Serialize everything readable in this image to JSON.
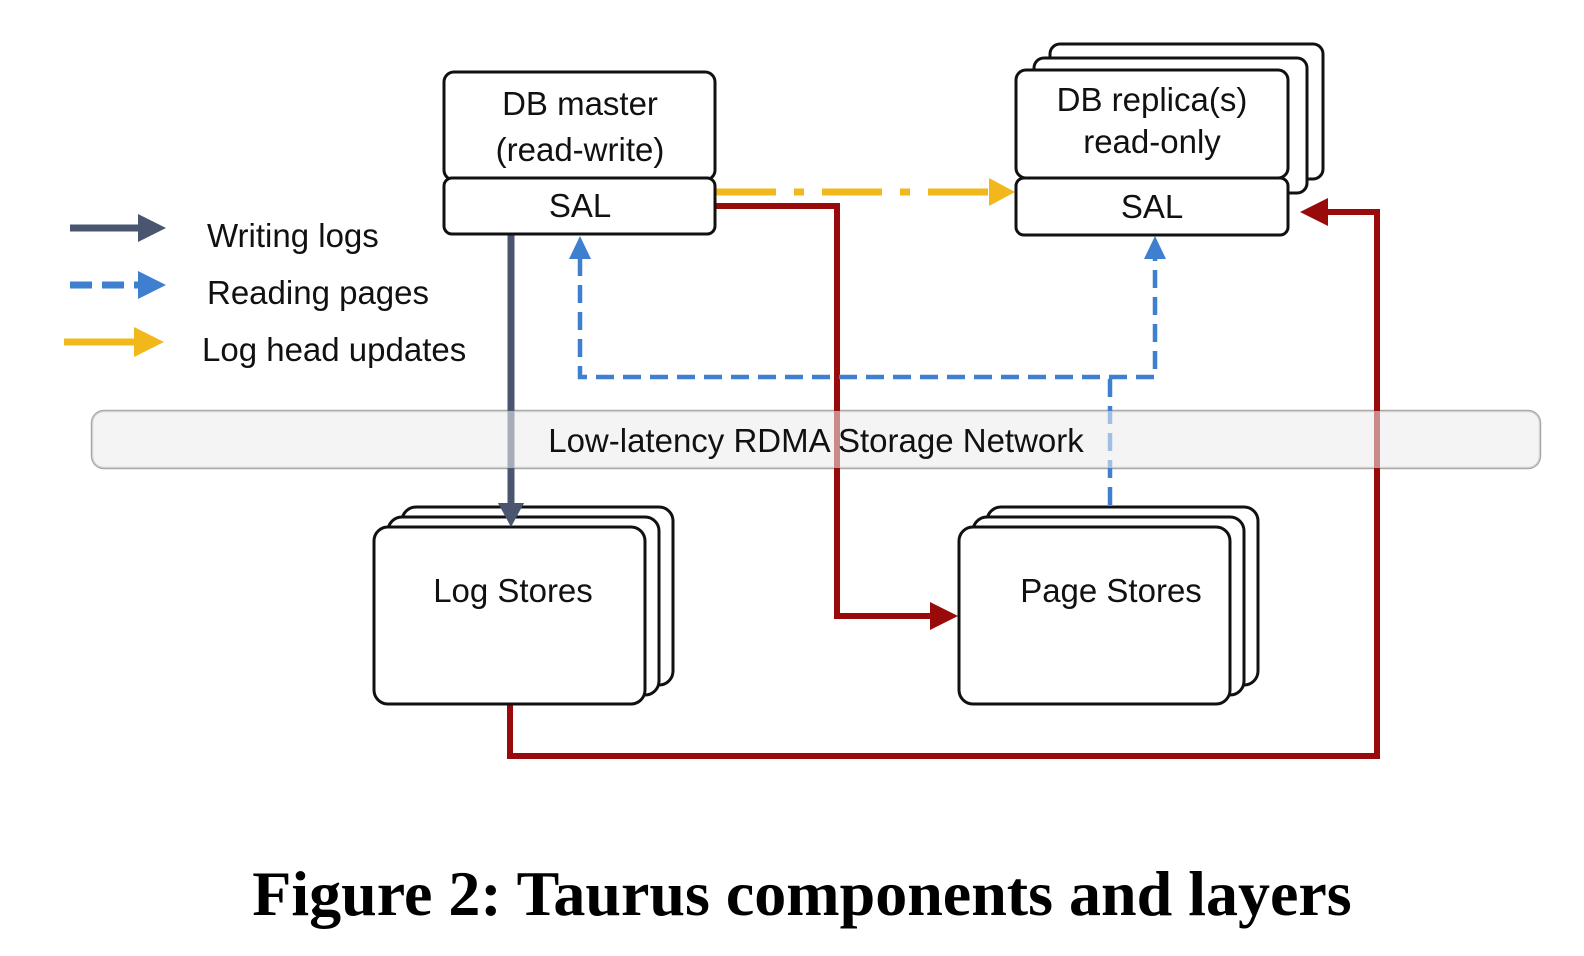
{
  "colors": {
    "writing_logs": "#4a5570",
    "reading_pages": "#3f7fcf",
    "log_head_updates": "#f2b81b",
    "red_flow": "#990a0a"
  },
  "legend": {
    "writing_logs": "Writing logs",
    "reading_pages": "Reading pages",
    "log_head_updates": "Log head updates"
  },
  "master": {
    "line1": "DB master",
    "line2": "(read-write)",
    "sal": "SAL"
  },
  "replica": {
    "line1": "DB replica(s)",
    "line2": "read-only",
    "sal": "SAL"
  },
  "network": {
    "label": "Low-latency RDMA Storage Network"
  },
  "log_stores": {
    "label": "Log Stores"
  },
  "page_stores": {
    "label": "Page Stores"
  },
  "caption": "Figure 2: Taurus components and layers"
}
